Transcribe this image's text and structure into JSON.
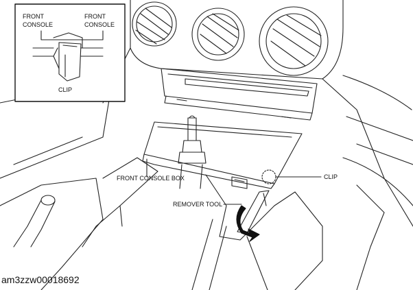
{
  "inset": {
    "label_left": [
      "FRONT",
      "CONSOLE"
    ],
    "label_right": [
      "FRONT",
      "CONSOLE"
    ],
    "label_clip": "CLIP"
  },
  "callouts": {
    "front_console_box": "FRONT CONSOLE BOX",
    "clip": "CLIP",
    "remover_tool": "REMOVER TOOL"
  },
  "figure_code": "am3zzw00018692"
}
